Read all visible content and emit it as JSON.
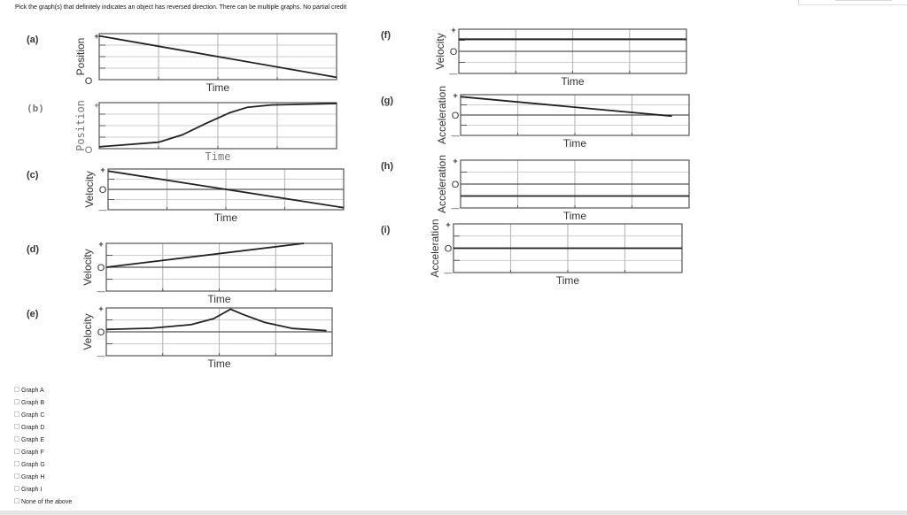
{
  "question": "Pick the graph(s) that definitely indicates an object has reversed direction. There can be multiple graphs. No partial credit",
  "graphs": [
    {
      "label": "(a)",
      "ylabel": "Position",
      "xlabel": "Time",
      "yaxis": "position",
      "ticks": [
        "+",
        "O"
      ],
      "points": [
        [
          0,
          0.95
        ],
        [
          4,
          0.05
        ]
      ]
    },
    {
      "label": "(b)",
      "ylabel": "Position",
      "xlabel": "Time",
      "yaxis": "position",
      "ticks": [
        "+",
        "O"
      ],
      "mono": true,
      "points": [
        [
          0,
          0.04
        ],
        [
          1,
          0.14
        ],
        [
          1.4,
          0.3
        ],
        [
          1.8,
          0.55
        ],
        [
          2.2,
          0.78
        ],
        [
          2.5,
          0.9
        ],
        [
          2.9,
          0.95
        ],
        [
          4,
          0.98
        ]
      ]
    },
    {
      "label": "(c)",
      "ylabel": "Velocity",
      "xlabel": "Time",
      "yaxis": "signed",
      "ticks": [
        "+",
        "O",
        "—"
      ],
      "points": [
        [
          0,
          0.9
        ],
        [
          4,
          -0.9
        ]
      ]
    },
    {
      "label": "(d)",
      "ylabel": "Velocity",
      "xlabel": "Time",
      "yaxis": "signed",
      "ticks": [
        "+",
        "O",
        "—"
      ],
      "points": [
        [
          0,
          0
        ],
        [
          3.5,
          1
        ]
      ]
    },
    {
      "label": "(e)",
      "ylabel": "Velocity",
      "xlabel": "Time",
      "yaxis": "signed",
      "ticks": [
        "+",
        "O",
        "—"
      ],
      "points": [
        [
          0,
          0.1
        ],
        [
          0.8,
          0.15
        ],
        [
          1.5,
          0.3
        ],
        [
          1.9,
          0.55
        ],
        [
          2.2,
          0.95
        ],
        [
          2.4,
          0.75
        ],
        [
          2.8,
          0.4
        ],
        [
          3.3,
          0.14
        ],
        [
          3.9,
          0.05
        ]
      ]
    },
    {
      "label": "(f)",
      "ylabel": "Velocity",
      "xlabel": "Time",
      "yaxis": "signed",
      "ticks": [
        "+",
        "O",
        "—"
      ],
      "points": [
        [
          0,
          0.55
        ],
        [
          4,
          0.55
        ]
      ]
    },
    {
      "label": "(g)",
      "ylabel": "Acceleration",
      "xlabel": "Time",
      "yaxis": "signed",
      "ticks": [
        "+",
        "O",
        "—"
      ],
      "points": [
        [
          0,
          0.9
        ],
        [
          3.7,
          -0.05
        ]
      ]
    },
    {
      "label": "(h)",
      "ylabel": "Acceleration",
      "xlabel": "Time",
      "yaxis": "signed",
      "ticks": [
        "+",
        "O",
        "—"
      ],
      "points": [
        [
          0,
          -0.5
        ],
        [
          4,
          -0.5
        ]
      ]
    },
    {
      "label": "(i)",
      "ylabel": "Acceleration",
      "xlabel": "Time",
      "yaxis": "signed",
      "ticks": [
        "+",
        "O",
        "—"
      ],
      "points": [
        [
          0,
          0
        ],
        [
          4,
          0
        ]
      ]
    }
  ],
  "options": [
    "Graph A",
    "Graph B",
    "Graph C",
    "Graph D",
    "Graph E",
    "Graph F",
    "Graph G",
    "Graph H",
    "Graph I",
    "None of the above"
  ],
  "colors": {
    "line": "#222222",
    "grid": "#bbbbbb",
    "frame": "#555555"
  }
}
